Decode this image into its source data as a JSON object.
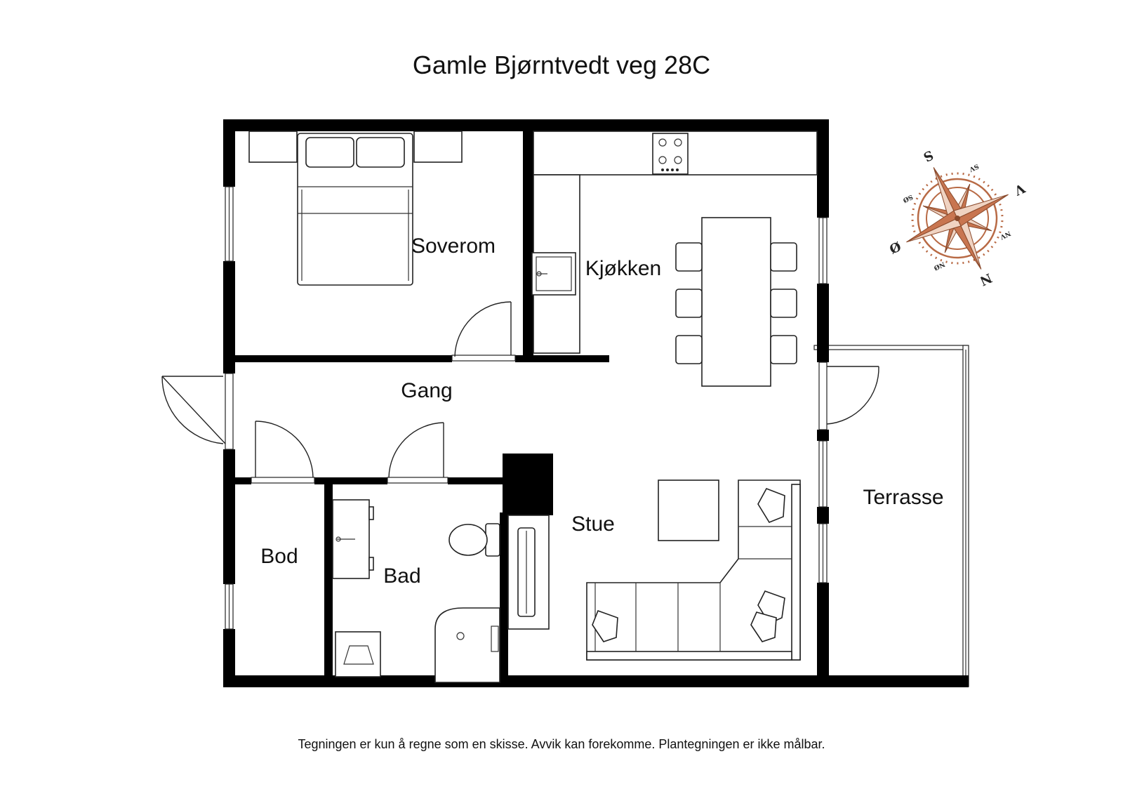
{
  "title": "Gamle Bjørntvedt veg 28C",
  "footer": "Tegningen er kun å regne som en skisse. Avvik kan forekomme. Plantegningen er ikke målbar.",
  "rooms": {
    "soverom": "Soverom",
    "kjokken": "Kjøkken",
    "gang": "Gang",
    "stue": "Stue",
    "bod": "Bod",
    "bad": "Bad",
    "terrasse": "Terrasse"
  },
  "compass": {
    "n": "N",
    "s": "S",
    "o": "Ø",
    "v": "V",
    "nv": "NV",
    "sv": "SV",
    "so": "SØ",
    "no": "NØ"
  },
  "colors": {
    "wall": "#000000",
    "compass_accent": "#c87550"
  }
}
